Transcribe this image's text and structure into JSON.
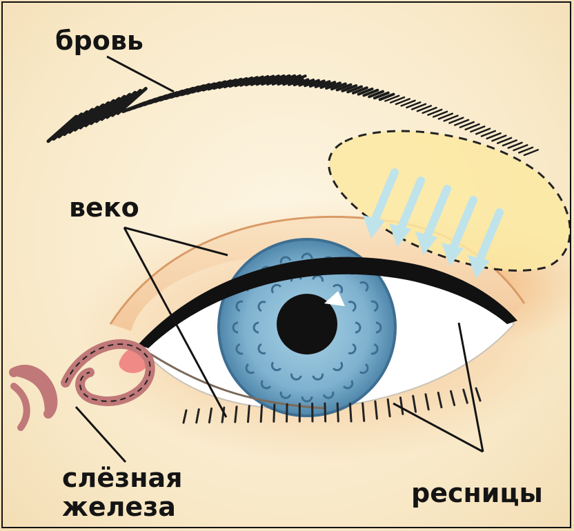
{
  "labels": {
    "eyebrow": "бровь",
    "eyelid": "веко",
    "eyelashes": "ресницы",
    "tear_gland_line1": "слёзная",
    "tear_gland_line2": "железа"
  },
  "colors": {
    "background": "#fbf1d8",
    "skin_shadow": "#f0b47a",
    "iris": "#7fb2cf",
    "iris_pattern": "#3e6f92",
    "pupil": "#111111",
    "tear_gland": "#c07878",
    "light_spot": "#fbe9a2",
    "light_arrows": "#bfe3ea",
    "line": "#141414"
  }
}
